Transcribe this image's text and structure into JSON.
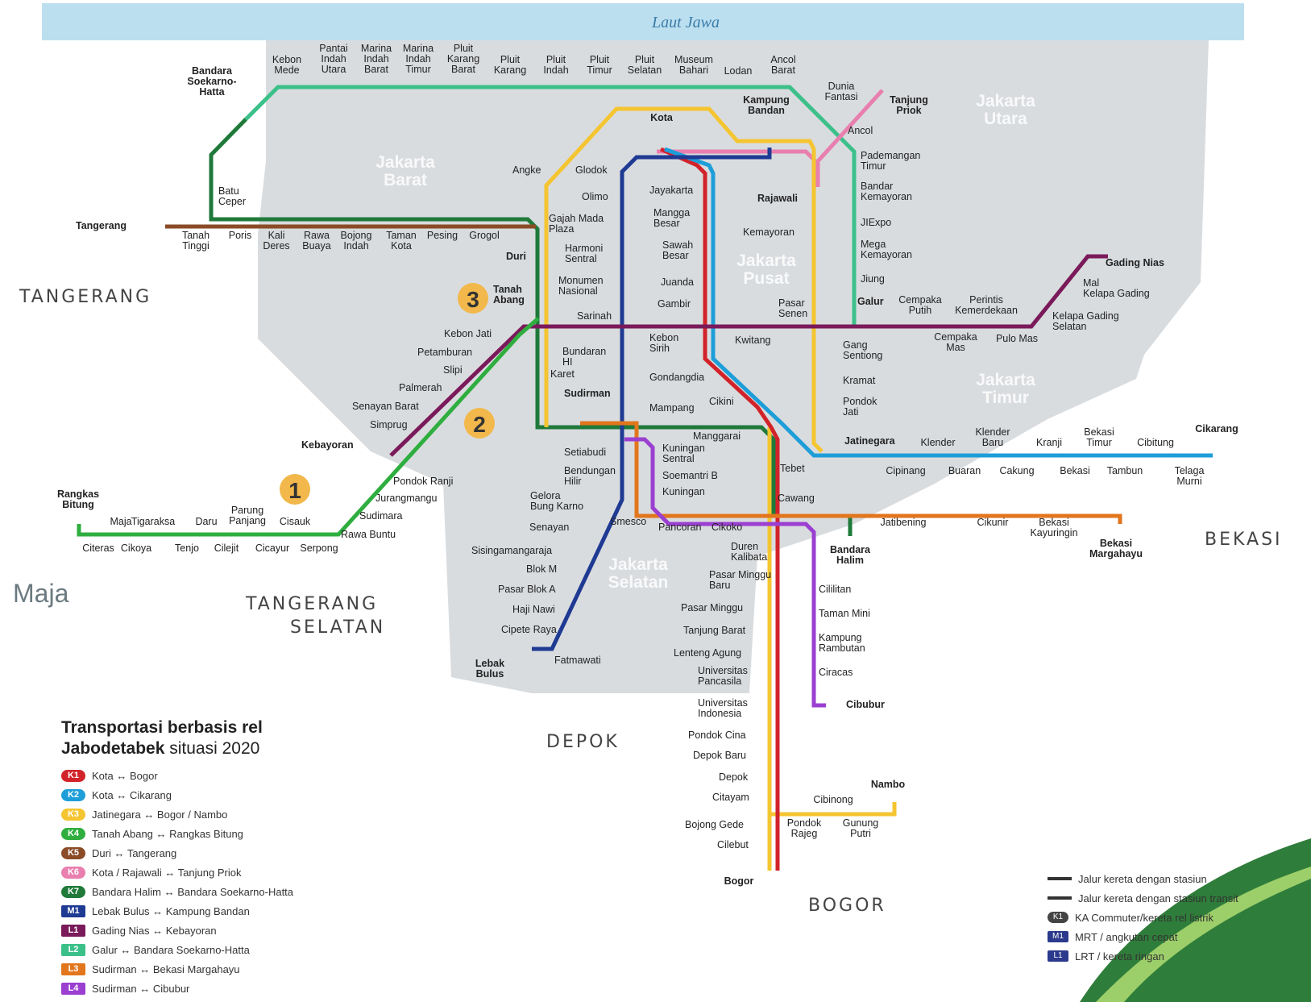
{
  "sea": {
    "label": "Laut Jawa"
  },
  "regions": {
    "tangerang": "TANGERANG",
    "tangerang_selatan_1": "TANGERANG",
    "tangerang_selatan_2": "SELATAN",
    "bekasi": "BEKASI",
    "depok": "DEPOK",
    "bogor": "BOGOR"
  },
  "districts": {
    "utara_1": "Jakarta",
    "utara_2": "Utara",
    "barat_1": "Jakarta",
    "barat_2": "Barat",
    "pusat_1": "Jakarta",
    "pusat_2": "Pusat",
    "timur_1": "Jakarta",
    "timur_2": "Timur",
    "selatan_1": "Jakarta",
    "selatan_2": "Selatan"
  },
  "markers": {
    "one": "1",
    "two": "2",
    "three": "3"
  },
  "stations": {
    "kebon_mede": [
      "Kebon",
      "Mede"
    ],
    "pantai_indah_utara": [
      "Pantai",
      "Indah",
      "Utara"
    ],
    "marina_indah_barat": [
      "Marina",
      "Indah",
      "Barat"
    ],
    "marina_indah_timur": [
      "Marina",
      "Indah",
      "Timur"
    ],
    "pluit_karang_barat": [
      "Pluit",
      "Karang",
      "Barat"
    ],
    "pluit_karang": [
      "Pluit",
      "Karang"
    ],
    "pluit_indah": [
      "Pluit",
      "Indah"
    ],
    "pluit_timur": [
      "Pluit",
      "Timur"
    ],
    "pluit_selatan": [
      "Pluit",
      "Selatan"
    ],
    "museum_bahari": [
      "Museum",
      "Bahari"
    ],
    "lodan": [
      "Lodan"
    ],
    "ancol_barat": [
      "Ancol",
      "Barat"
    ],
    "dunia_fantasi": [
      "Dunia",
      "Fantasi"
    ],
    "tanjung_priok": [
      "Tanjung",
      "Priok"
    ],
    "ancol": [
      "Ancol"
    ],
    "bandara": [
      "Bandara",
      "Soekarno-",
      "Hatta"
    ],
    "batu_ceper": [
      "Batu",
      "Ceper"
    ],
    "tangerang": [
      "Tangerang"
    ],
    "tanah_tinggi": [
      "Tanah",
      "Tinggi"
    ],
    "poris": [
      "Poris"
    ],
    "kali_deres": [
      "Kali",
      "Deres"
    ],
    "rawa_buaya": [
      "Rawa",
      "Buaya"
    ],
    "bojong_indah": [
      "Bojong",
      "Indah"
    ],
    "taman_kota": [
      "Taman",
      "Kota"
    ],
    "pesing": [
      "Pesing"
    ],
    "grogol": [
      "Grogol"
    ],
    "duri": [
      "Duri"
    ],
    "angke": [
      "Angke"
    ],
    "kota": [
      "Kota"
    ],
    "kampung_bandan": [
      "Kampung",
      "Bandan"
    ],
    "glodok": [
      "Glodok"
    ],
    "olimo": [
      "Olimo"
    ],
    "gajah_mada": [
      "Gajah Mada",
      "Plaza"
    ],
    "harmoni": [
      "Harmoni",
      "Sentral"
    ],
    "monumen_nasional": [
      "Monumen",
      "Nasional"
    ],
    "sarinah": [
      "Sarinah"
    ],
    "bundaran_hi": [
      "Bundaran",
      "HI"
    ],
    "karet": [
      "Karet"
    ],
    "sudirman": [
      "Sudirman"
    ],
    "setiabudi": [
      "Setiabudi"
    ],
    "bendungan_hilir": [
      "Bendungan",
      "Hilir"
    ],
    "gelora_bung_karno": [
      "Gelora",
      "Bung Karno"
    ],
    "senayan": [
      "Senayan"
    ],
    "sisingamangaraja": [
      "Sisingamangaraja"
    ],
    "blok_m": [
      "Blok M"
    ],
    "pasar_blok_a": [
      "Pasar Blok A"
    ],
    "haji_nawi": [
      "Haji Nawi"
    ],
    "cipete_raya": [
      "Cipete Raya"
    ],
    "fatmawati": [
      "Fatmawati"
    ],
    "lebak_bulus": [
      "Lebak",
      "Bulus"
    ],
    "jayakarta": [
      "Jayakarta"
    ],
    "mangga_besar": [
      "Mangga",
      "Besar"
    ],
    "sawah_besar": [
      "Sawah",
      "Besar"
    ],
    "juanda": [
      "Juanda"
    ],
    "gambir": [
      "Gambir"
    ],
    "rajawali": [
      "Rajawali"
    ],
    "kemayoran": [
      "Kemayoran"
    ],
    "pasar_senen": [
      "Pasar",
      "Senen"
    ],
    "kebon_sirih": [
      "Kebon",
      "Sirih"
    ],
    "kwitang": [
      "Kwitang"
    ],
    "gondangdia": [
      "Gondangdia"
    ],
    "cikini": [
      "Cikini"
    ],
    "mampang": [
      "Mampang"
    ],
    "manggarai": [
      "Manggarai"
    ],
    "tebet": [
      "Tebet"
    ],
    "cawang": [
      "Cawang"
    ],
    "kuningan_sentral": [
      "Kuningan",
      "Sentral"
    ],
    "soemantri": [
      "Soemantri B"
    ],
    "kuningan": [
      "Kuningan"
    ],
    "setiabudi_lrt": [
      "Setiabudi"
    ],
    "smesco": [
      "Smesco"
    ],
    "pancoran": [
      "Pancoran"
    ],
    "cikoko": [
      "Cikoko"
    ],
    "duren_kalibata": [
      "Duren",
      "Kalibata"
    ],
    "pasar_minggu_baru": [
      "Pasar Minggu",
      "Baru"
    ],
    "pasar_minggu": [
      "Pasar Minggu"
    ],
    "tanjung_barat": [
      "Tanjung Barat"
    ],
    "lenteng_agung": [
      "Lenteng Agung"
    ],
    "ui_pancasila": [
      "Universitas",
      "Pancasila"
    ],
    "ui_indonesia": [
      "Universitas",
      "Indonesia"
    ],
    "pondok_cina": [
      "Pondok Cina"
    ],
    "depok_baru": [
      "Depok Baru"
    ],
    "depok": [
      "Depok"
    ],
    "citayam": [
      "Citayam"
    ],
    "bojong_gede": [
      "Bojong Gede"
    ],
    "cilebut": [
      "Cilebut"
    ],
    "bogor": [
      "Bogor"
    ],
    "cibinong": [
      "Cibinong"
    ],
    "pondok_rajeg": [
      "Pondok",
      "Rajeg"
    ],
    "gunung_putri": [
      "Gunung",
      "Putri"
    ],
    "nambo": [
      "Nambo"
    ],
    "pademangan_timur": [
      "Pademangan",
      "Timur"
    ],
    "bandar_kemayoran": [
      "Bandar",
      "Kemayoran"
    ],
    "jiexpo": [
      "JIExpo"
    ],
    "mega_kemayoran": [
      "Mega",
      "Kemayoran"
    ],
    "jiung": [
      "Jiung"
    ],
    "galur": [
      "Galur"
    ],
    "cempaka_putih": [
      "Cempaka",
      "Putih"
    ],
    "perintis": [
      "Perintis",
      "Kemerdekaan"
    ],
    "cempaka_mas": [
      "Cempaka",
      "Mas"
    ],
    "pulo_mas": [
      "Pulo Mas"
    ],
    "kelapa_gading_selatan": [
      "Kelapa Gading",
      "Selatan"
    ],
    "mal_kelapa_gading": [
      "Mal",
      "Kelapa Gading"
    ],
    "gading_nias": [
      "Gading Nias"
    ],
    "gang_sentiong": [
      "Gang",
      "Sentiong"
    ],
    "kramat": [
      "Kramat"
    ],
    "pondok_jati": [
      "Pondok",
      "Jati"
    ],
    "jatinegara": [
      "Jatinegara"
    ],
    "klender": [
      "Klender"
    ],
    "klender_baru": [
      "Klender",
      "Baru"
    ],
    "kranji": [
      "Kranji"
    ],
    "bekasi_timur": [
      "Bekasi",
      "Timur"
    ],
    "cibitung": [
      "Cibitung"
    ],
    "cikarang": [
      "Cikarang"
    ],
    "cipinang": [
      "Cipinang"
    ],
    "buaran": [
      "Buaran"
    ],
    "cakung": [
      "Cakung"
    ],
    "bekasi": [
      "Bekasi"
    ],
    "tambun": [
      "Tambun"
    ],
    "telaga_murni": [
      "Telaga",
      "Murni"
    ],
    "jatibening": [
      "Jatibening"
    ],
    "cikunir": [
      "Cikunir"
    ],
    "bekasi_kayuringin": [
      "Bekasi",
      "Kayuringin"
    ],
    "bekasi_margahayu": [
      "Bekasi",
      "Margahayu"
    ],
    "bandara_halim": [
      "Bandara",
      "Halim"
    ],
    "cililitan": [
      "Cililitan"
    ],
    "taman_mini": [
      "Taman Mini"
    ],
    "kampung_rambutan": [
      "Kampung",
      "Rambutan"
    ],
    "ciracas": [
      "Ciracas"
    ],
    "cibubur": [
      "Cibubur"
    ],
    "tanah_abang": [
      "Tanah",
      "Abang"
    ],
    "kebon_jati": [
      "Kebon Jati"
    ],
    "petamburan": [
      "Petamburan"
    ],
    "slipi": [
      "Slipi"
    ],
    "palmerah": [
      "Palmerah"
    ],
    "senayan_barat": [
      "Senayan Barat"
    ],
    "simprug": [
      "Simprug"
    ],
    "kebayoran": [
      "Kebayoran"
    ],
    "pondok_ranji": [
      "Pondok Ranji"
    ],
    "jurangmangu": [
      "Jurangmangu"
    ],
    "sudimara": [
      "Sudimara"
    ],
    "rawa_buntu": [
      "Rawa Buntu"
    ],
    "serpong": [
      "Serpong"
    ],
    "cisauk": [
      "Cisauk"
    ],
    "cicayur": [
      "Cicayur"
    ],
    "parung_panjang": [
      "Parung",
      "Panjang"
    ],
    "cilejit": [
      "Cilejit"
    ],
    "daru": [
      "Daru"
    ],
    "tenjo": [
      "Tenjo"
    ],
    "tigaraksa": [
      "Tigaraksa"
    ],
    "cikoya": [
      "Cikoya"
    ],
    "maja": [
      "Maja"
    ],
    "citeras": [
      "Citeras"
    ],
    "rangkas_bitung": [
      "Rangkas",
      "Bitung"
    ]
  },
  "line_colors": {
    "K1": "#d2232a",
    "K2": "#1e9ed8",
    "K3": "#f4c531",
    "K4": "#2fae3f",
    "K5": "#8a4b26",
    "K6": "#e87fae",
    "K7": "#1f7a3a",
    "M1": "#1f3a93",
    "L1": "#7a1a5a",
    "L2": "#3cc08a",
    "L3": "#e2761d",
    "L4": "#9b3fd1"
  },
  "legend": {
    "title_1": "Transportasi berbasis rel",
    "title_2a": "Jabodetabek",
    "title_2b": "situasi 2020",
    "items": [
      {
        "code": "K1",
        "text": "Kota  ↔  Bogor"
      },
      {
        "code": "K2",
        "text": "Kota  ↔  Cikarang"
      },
      {
        "code": "K3",
        "text": "Jatinegara  ↔  Bogor / Nambo"
      },
      {
        "code": "K4",
        "text": "Tanah Abang  ↔  Rangkas Bitung"
      },
      {
        "code": "K5",
        "text": "Duri  ↔  Tangerang"
      },
      {
        "code": "K6",
        "text": "Kota / Rajawali  ↔  Tanjung Priok"
      },
      {
        "code": "K7",
        "text": "Bandara Halim  ↔  Bandara Soekarno-Hatta"
      },
      {
        "code": "M1",
        "text": "Lebak Bulus  ↔  Kampung Bandan"
      },
      {
        "code": "L1",
        "text": "Gading Nias  ↔  Kebayoran"
      },
      {
        "code": "L2",
        "text": "Galur  ↔  Bandara Soekarno-Hatta"
      },
      {
        "code": "L3",
        "text": "Sudirman  ↔  Bekasi Margahayu"
      },
      {
        "code": "L4",
        "text": "Sudirman  ↔  Cibubur"
      }
    ]
  },
  "key": {
    "station": "Jalur kereta dengan stasiun",
    "transit": "Jalur kereta dengan stasiun transit",
    "commuter": "KA Commuter/kereta rel listrik",
    "mrt": "MRT / angkutan cepat",
    "lrt": "LRT / kereta ringan",
    "commuter_code": "K1",
    "mrt_code": "M1",
    "lrt_code": "L1"
  },
  "overlay_label": "Maja"
}
